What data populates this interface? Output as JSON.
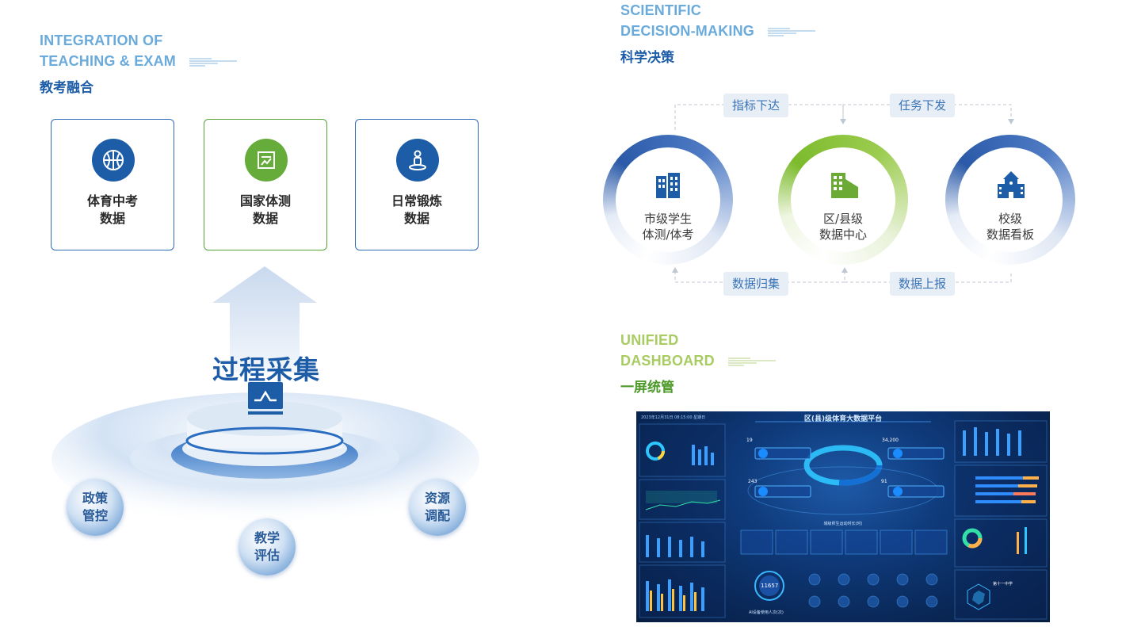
{
  "left_section": {
    "title_line1": "INTEGRATION OF",
    "title_line2": "TEACHING & EXAM",
    "subtitle": "教考融合",
    "cards": [
      {
        "line1": "体育中考",
        "line2": "数据",
        "icon": "basketball-icon"
      },
      {
        "line1": "国家体测",
        "line2": "数据",
        "icon": "chart-report-icon"
      },
      {
        "line1": "日常锻炼",
        "line2": "数据",
        "icon": "person-location-icon"
      }
    ],
    "process_label": "过程采集",
    "bubbles": [
      {
        "line1": "政策",
        "line2": "管控"
      },
      {
        "line1": "教学",
        "line2": "评估"
      },
      {
        "line1": "资源",
        "line2": "调配"
      }
    ]
  },
  "right_top": {
    "title_line1": "SCIENTIFIC",
    "title_line2": "DECISION-MAKING",
    "subtitle": "科学决策",
    "circles": [
      {
        "line1": "市级学生",
        "line2": "体测/体考",
        "icon": "building-icon"
      },
      {
        "line1": "区/县级",
        "line2": "数据中心",
        "icon": "office-building-icon"
      },
      {
        "line1": "校级",
        "line2": "数据看板",
        "icon": "school-icon"
      }
    ],
    "tags_top": [
      "指标下达",
      "任务下发"
    ],
    "tags_bottom": [
      "数据归集",
      "数据上报"
    ]
  },
  "right_bottom": {
    "title_line1": "UNIFIED",
    "title_line2": "DASHBOARD",
    "subtitle": "一屏统管",
    "dashboard": {
      "title": "区(县)级体育大数据平台",
      "date": "2023年12月31日 08:15:00 星期日",
      "stat_19": "19",
      "stat_34200": "34,200",
      "stat_243": "243",
      "stat_91": "91",
      "center_caption": "城级师生运动时长(时)",
      "ai_count": "11657",
      "ai_caption": "AI设备使用人次(次)",
      "school_name": "第十一中学"
    }
  },
  "colors": {
    "blue_accent": "#1d5da8",
    "green_accent": "#6aaa35",
    "light_blue_title": "#6aabdb",
    "light_green_title": "#a9cc62"
  }
}
